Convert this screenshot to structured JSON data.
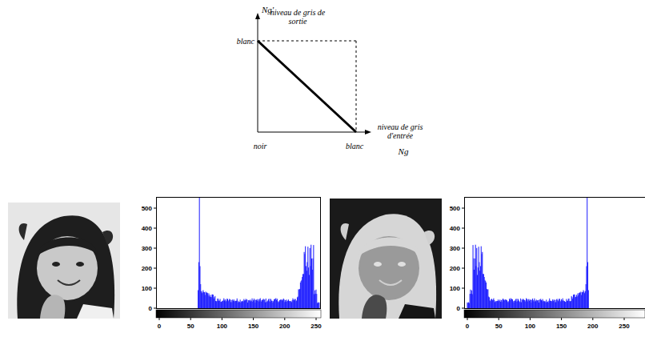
{
  "diagram": {
    "labels": [
      "Ng'",
      "niveau de gris de sortie",
      "blanc",
      "noir",
      "blanc",
      "niveau de gris d'entrée",
      "Ng",
      "500",
      "400",
      "300",
      "200",
      "100",
      "0",
      "0",
      "50",
      "100",
      "150",
      "200",
      "250",
      "500",
      "400",
      "300",
      "200",
      "100",
      "0",
      "0",
      "50",
      "100",
      "150",
      "200",
      "250"
    ]
  }
}
